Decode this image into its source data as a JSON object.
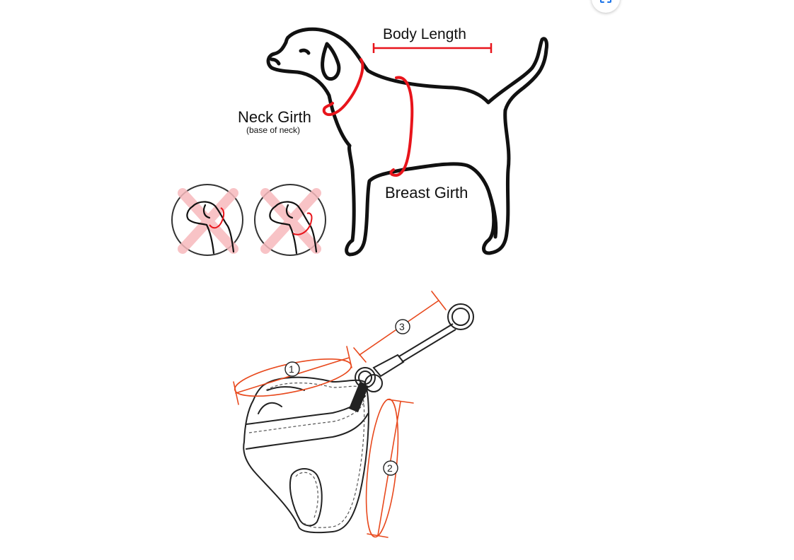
{
  "diagram": {
    "labels": {
      "body_length": "Body Length",
      "neck_girth": "Neck Girth",
      "neck_girth_note": "(base of neck)",
      "breast_girth": "Breast Girth"
    },
    "harness_markers": [
      "1",
      "2",
      "3"
    ],
    "colors": {
      "measure_red": "#e8141b",
      "harness_orange": "#e8491d",
      "x_mark_pink": "#f7b9bd",
      "outline": "#111111"
    }
  },
  "controls": {
    "lens_icon": "visual-search-icon"
  }
}
